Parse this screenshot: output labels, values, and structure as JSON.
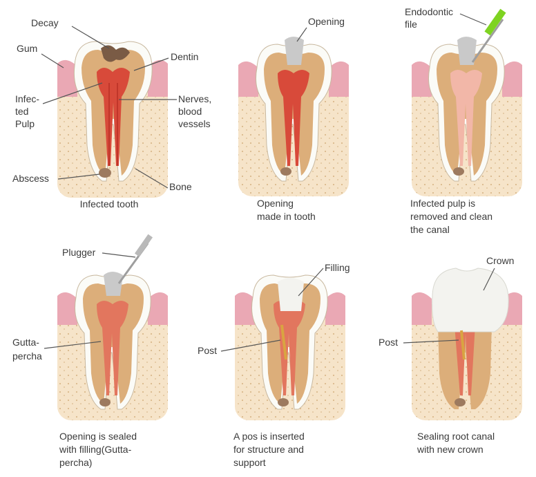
{
  "panels": [
    {
      "id": "infected",
      "caption": [
        "Infected tooth"
      ],
      "labels": [
        "Decay",
        "Gum",
        "Dentin",
        "Infec-",
        "ted",
        "Pulp",
        "Nerves,",
        "blood",
        "vessels",
        "Abscess",
        "Bone"
      ]
    },
    {
      "id": "opening",
      "caption": [
        "Opening",
        "made in tooth"
      ],
      "labels": [
        "Opening"
      ]
    },
    {
      "id": "cleaning",
      "caption": [
        "Infected pulp is",
        "removed and clean",
        "the canal"
      ],
      "labels": [
        "Endodontic",
        "file"
      ]
    },
    {
      "id": "sealed",
      "caption": [
        "Opening is sealed",
        "with filling(Gutta-",
        "percha)"
      ],
      "labels": [
        "Plugger",
        "Gutta-",
        "percha"
      ]
    },
    {
      "id": "post",
      "caption": [
        "A pos is inserted",
        "for structure and",
        "support"
      ],
      "labels": [
        "Filling",
        "Post"
      ]
    },
    {
      "id": "crown",
      "caption": [
        "Sealing root canal",
        "with new crown"
      ],
      "labels": [
        "Crown",
        "Post"
      ]
    }
  ],
  "colors": {
    "bone": "#f6e4c9",
    "bone_dots": "#d9b98c",
    "gum": "#eaa8b4",
    "enamel": "#fbfbf7",
    "dentin": "#dcae7a",
    "pulp": "#f2b7a8",
    "pulp_infected": "#d84a3a",
    "canal_filled": "#e2765e",
    "filling": "#c9c9c9",
    "crown": "#f3f3ef",
    "decay": "#7a5b45"
  }
}
